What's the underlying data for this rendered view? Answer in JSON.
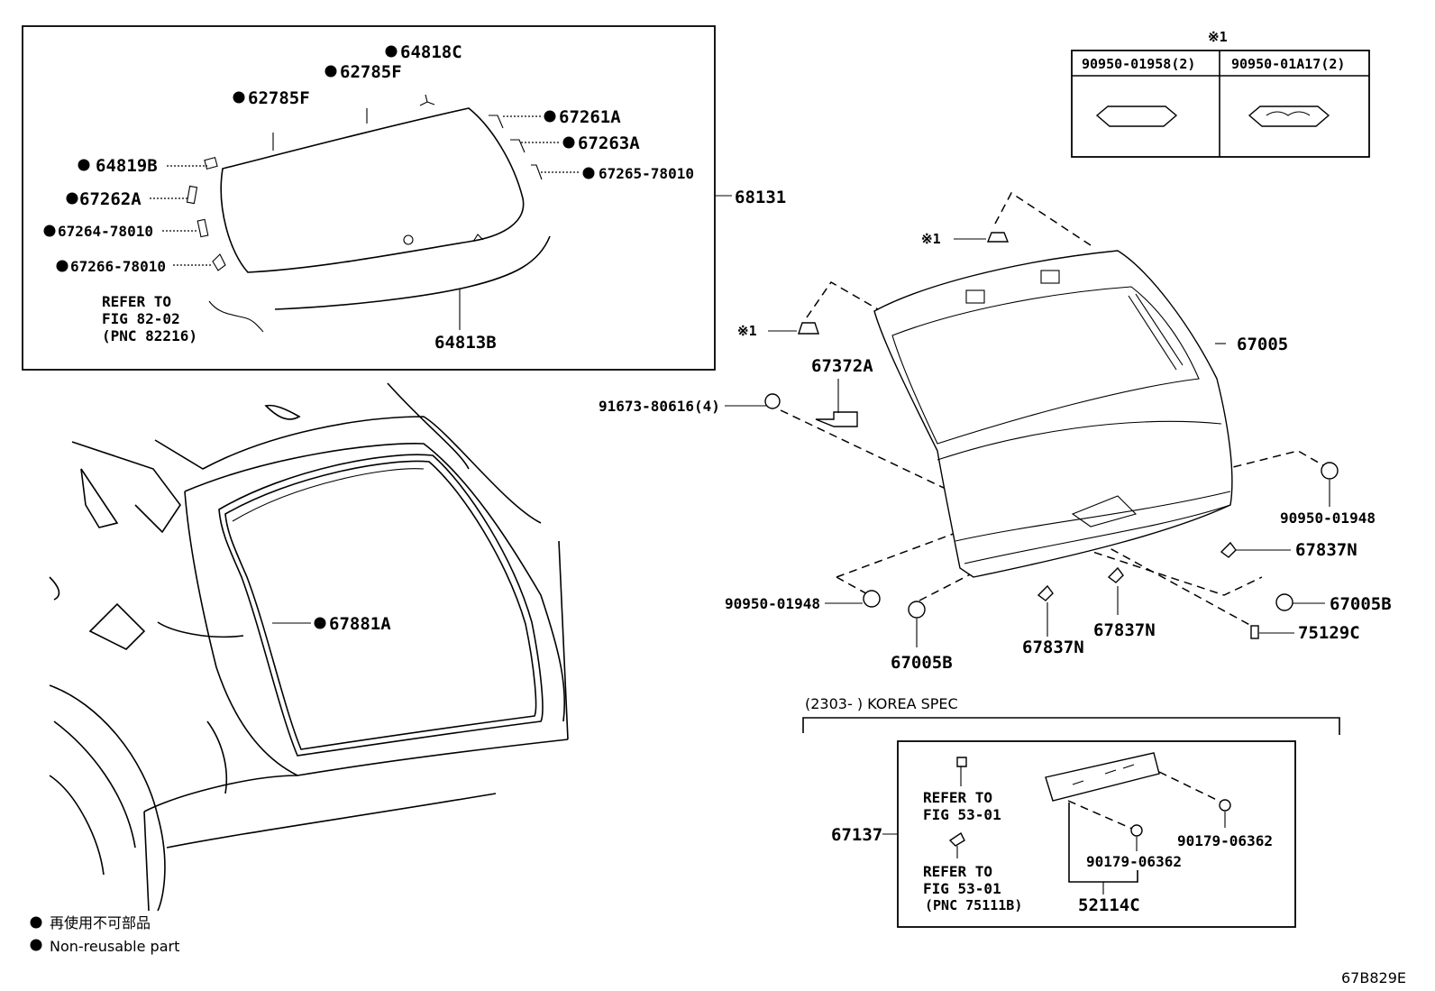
{
  "figure_code": "67B829E",
  "legend": {
    "ja": "再使用不可部品",
    "en": "Non-reusable part"
  },
  "note_mark": "※1",
  "clip_table": {
    "mark": "※1",
    "headers": [
      "90950-01958(2)",
      "90950-01A17(2)"
    ]
  },
  "glass_group": {
    "assembly_label": "68131",
    "parts": [
      "64818C",
      "62785F",
      "62785F",
      "67261A",
      "67263A",
      "64819B",
      "67265-78010",
      "67262A",
      "67264-78010",
      "67266-78010",
      "64813B"
    ],
    "refer_lines": [
      "REFER TO",
      "FIG 82-02",
      "(PNC 82216)"
    ]
  },
  "door_group": {
    "parts": {
      "door": "67005",
      "hinge_bolt": "91673-80616(4)",
      "latch": "67372A",
      "clip_right": "90950-01948",
      "clip_left": "90950-01948",
      "cushion_a": "67837N",
      "cushion_b": "67837N",
      "cushion_c": "67837N",
      "stopper_left": "67005B",
      "stopper_right": "67005B",
      "plug": "75129C"
    },
    "weatherstrip": "67881A"
  },
  "korea_spec": {
    "header": "(2303-      ) KOREA SPEC",
    "trim": "67137",
    "refer_a": [
      "REFER TO",
      "FIG 53-01"
    ],
    "refer_b": [
      "REFER TO",
      "FIG 53-01",
      "(PNC 75111B)"
    ],
    "nut_a": "90179-06362",
    "nut_b": "90179-06362",
    "bracket": "52114C"
  }
}
